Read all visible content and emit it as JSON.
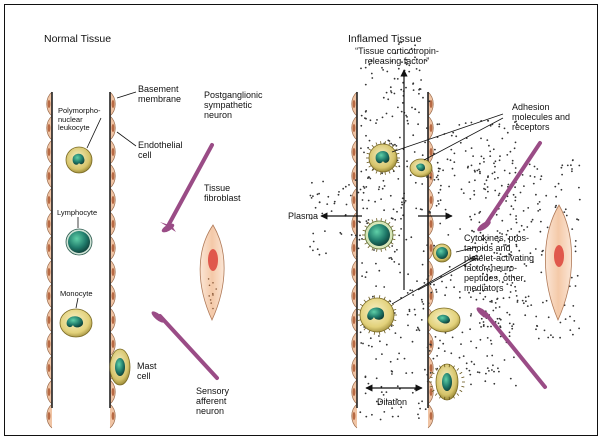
{
  "titles": {
    "normal": "Normal Tissue",
    "inflamed": "Inflamed Tissue"
  },
  "normal_labels": {
    "basement": "Basement\nmembrane",
    "endothelial": "Endothelial\ncell",
    "pmn": "Polymorpho-\nnuclear\nleukocyte",
    "lymphocyte": "Lymphocyte",
    "monocyte": "Monocyte",
    "mast": "Mast\ncell",
    "postganglionic": "Postganglionic\nsympathetic\nneuron",
    "fibroblast": "Tissue\nfibroblast",
    "sensory": "Sensory\nafferent\nneuron"
  },
  "inflamed_labels": {
    "crf": "“Tissue corticotropin-\nreleasing factor”",
    "adhesion": "Adhesion\nmolecules and\nreceptors",
    "plasma": "Plasma",
    "cytokines": "Cytokines, pros-\ntanoids and\nplatelet-activating\nfactor, neuro-\npeptides, other\nmediators",
    "dilation": "Dilation"
  },
  "colors": {
    "endothelium": "#f0c4a4",
    "endothelium_edge": "#9a6a4a",
    "neuron": "#9a4c86",
    "nucleus": "#1f7a6a",
    "granule_cell": "#d6c46a",
    "fibroblast": "#f7d6bf",
    "fibroblast_nucleus": "#e0584c"
  }
}
